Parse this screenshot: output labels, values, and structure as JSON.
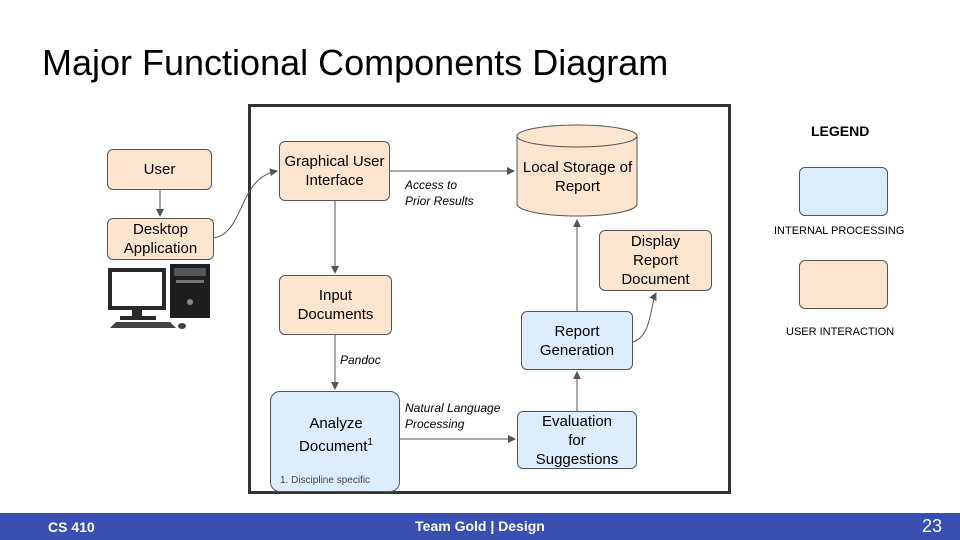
{
  "title": "Major Functional Components Diagram",
  "nodes": {
    "user": "User",
    "desktop_app": "Desktop Application",
    "gui": "Graphical User Interface",
    "local_storage": "Local Storage of Report",
    "input_docs": "Input Documents",
    "display_report": "Display Report Document",
    "report_gen": "Report Generation",
    "analyze_doc": "Analyze Document",
    "analyze_doc_sup": "1",
    "analyze_footnote": "1. Discipline specific",
    "evaluation": "Evaluation for Suggestions"
  },
  "edge_labels": {
    "access_line1": "Access to",
    "access_line2": "Prior Results",
    "pandoc": "Pandoc",
    "nlp_line1": "Natural Language",
    "nlp_line2": "Processing"
  },
  "legend": {
    "title": "LEGEND",
    "internal": "INTERNAL PROCESSING",
    "user": "USER INTERACTION"
  },
  "colors": {
    "internal_processing": "#dcecfb",
    "user_interaction": "#fbe5cf",
    "footer_bar": "#3a4fb0"
  },
  "footer": {
    "course": "CS 410",
    "team": "Team Gold | Design",
    "page": "23"
  }
}
